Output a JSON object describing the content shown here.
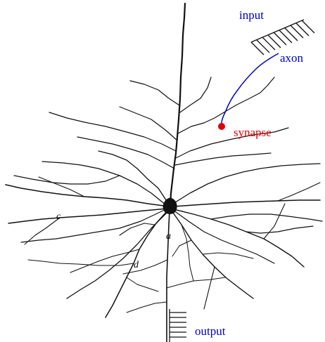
{
  "figure": {
    "labels": {
      "input": "input",
      "axon": "axon",
      "synapse": "synapse",
      "output": "output"
    },
    "marks": {
      "a": "a",
      "c": "c",
      "d": "d"
    },
    "colors": {
      "neuron": "#111111",
      "axon": "#0000cc",
      "synapse": "#e00000",
      "input_label": "#0000cc",
      "output_label": "#0000cc",
      "synapse_label": "#e00000",
      "background": "#ffffff"
    }
  }
}
